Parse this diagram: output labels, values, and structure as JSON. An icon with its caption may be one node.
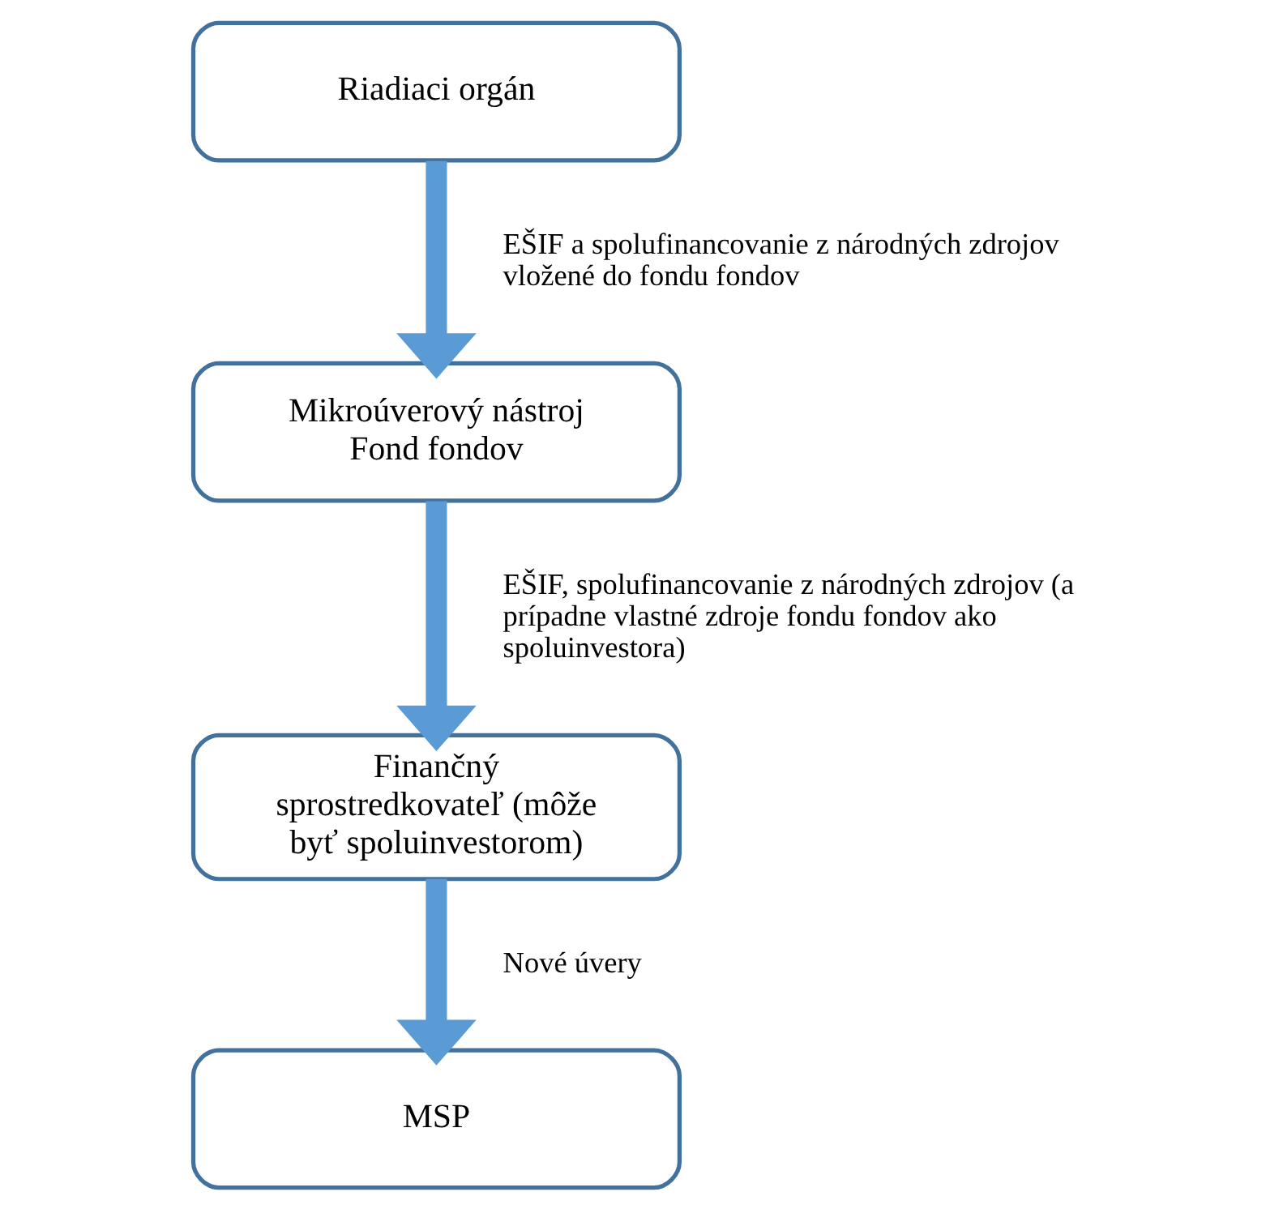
{
  "diagram": {
    "nodes": [
      {
        "text": [
          "Riadiaci orgán"
        ]
      },
      {
        "text": [
          "Mikroúverový nástroj Fond fondov"
        ]
      },
      {
        "text": [
          "Finančný sprostredkovateľ (môže byť spoluinvestorom)"
        ]
      },
      {
        "text": [
          "MSP"
        ]
      }
    ],
    "edges": [
      {
        "from": 0,
        "to": 1,
        "arrow": "to",
        "label": "EŠIF a spolufinancovanie z národných zdrojov vložené do fondu fondov"
      },
      {
        "from": 1,
        "to": 2,
        "arrow": "to",
        "label": "EŠIF, spolufinancovanie z národných zdrojov (a prípadne vlastné zdroje fondu fondov ako spoluinvestora)"
      },
      {
        "from": 2,
        "to": 3,
        "arrow": "to",
        "label": "Nové úvery"
      }
    ]
  }
}
